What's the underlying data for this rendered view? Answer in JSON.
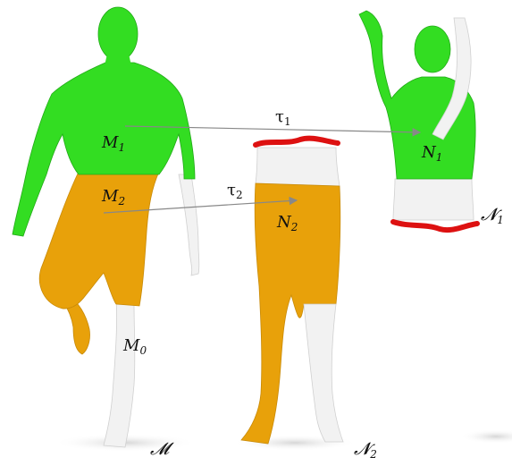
{
  "figure": {
    "labels": {
      "M1": "M",
      "M1_sub": "1",
      "M2": "M",
      "M2_sub": "2",
      "M0": "M",
      "M0_sub": "0",
      "N1": "N",
      "N1_sub": "1",
      "N2": "N",
      "N2_sub": "2",
      "calM": "𝓜",
      "calN1": "𝓝",
      "calN1_sub": "1",
      "calN2": "𝓝",
      "calN2_sub": "2",
      "tau1": "τ",
      "tau1_sub": "1",
      "tau2": "τ",
      "tau2_sub": "2"
    },
    "colors": {
      "green_region": "#33dd22",
      "orange_region": "#e8a10a",
      "white_region": "#f2f2f2",
      "boundary": "#dd1111",
      "arrow": "#888888"
    }
  }
}
